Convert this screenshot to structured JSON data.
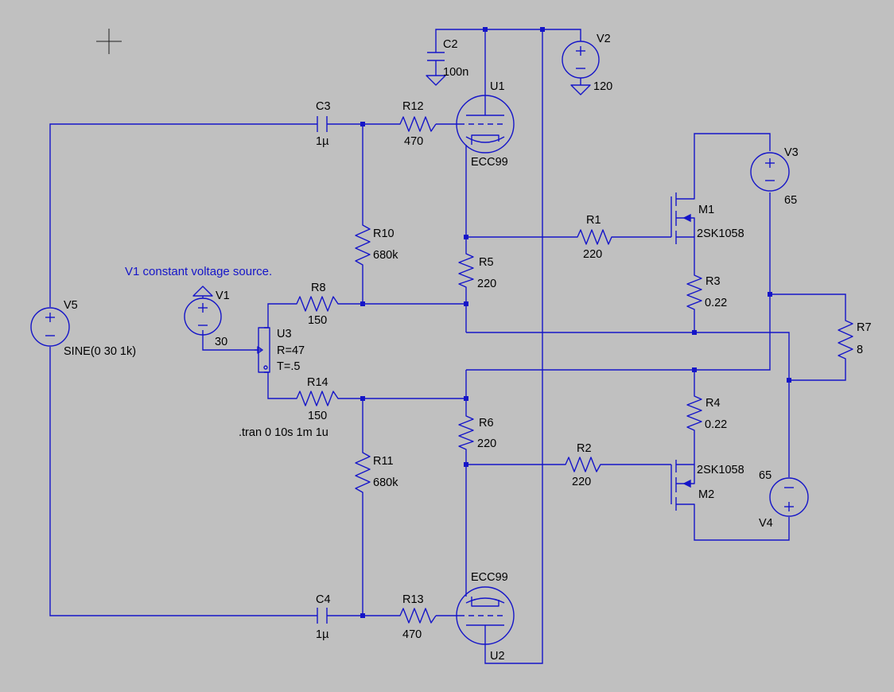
{
  "components": {
    "C2": {
      "name": "C2",
      "value": "100n"
    },
    "C3": {
      "name": "C3",
      "value": "1µ"
    },
    "C4": {
      "name": "C4",
      "value": "1µ"
    },
    "R1": {
      "name": "R1",
      "value": "220"
    },
    "R2": {
      "name": "R2",
      "value": "220"
    },
    "R3": {
      "name": "R3",
      "value": "0.22"
    },
    "R4": {
      "name": "R4",
      "value": "0.22"
    },
    "R5": {
      "name": "R5",
      "value": "220"
    },
    "R6": {
      "name": "R6",
      "value": "220"
    },
    "R7": {
      "name": "R7",
      "value": "8"
    },
    "R8": {
      "name": "R8",
      "value": "150"
    },
    "R10": {
      "name": "R10",
      "value": "680k"
    },
    "R11": {
      "name": "R11",
      "value": "680k"
    },
    "R12": {
      "name": "R12",
      "value": "470"
    },
    "R13": {
      "name": "R13",
      "value": "470"
    },
    "R14": {
      "name": "R14",
      "value": "150"
    },
    "U1": {
      "name": "U1",
      "value": "ECC99"
    },
    "U2": {
      "name": "U2",
      "value": "ECC99"
    },
    "U3": {
      "name": "U3",
      "param_r": "R=47",
      "param_t": "T=.5"
    },
    "M1": {
      "name": "M1",
      "value": "2SK1058"
    },
    "M2": {
      "name": "M2",
      "value": "2SK1058"
    },
    "V1": {
      "name": "V1",
      "value": "30"
    },
    "V2": {
      "name": "V2",
      "value": "120"
    },
    "V3": {
      "name": "V3",
      "value": "65"
    },
    "V4": {
      "name": "V4",
      "value": "65"
    },
    "V5": {
      "name": "V5",
      "value": "SINE(0 30 1k)"
    }
  },
  "annotations": {
    "note": "V1 constant voltage source.",
    "directive": ".tran 0 10s 1m 1u"
  }
}
